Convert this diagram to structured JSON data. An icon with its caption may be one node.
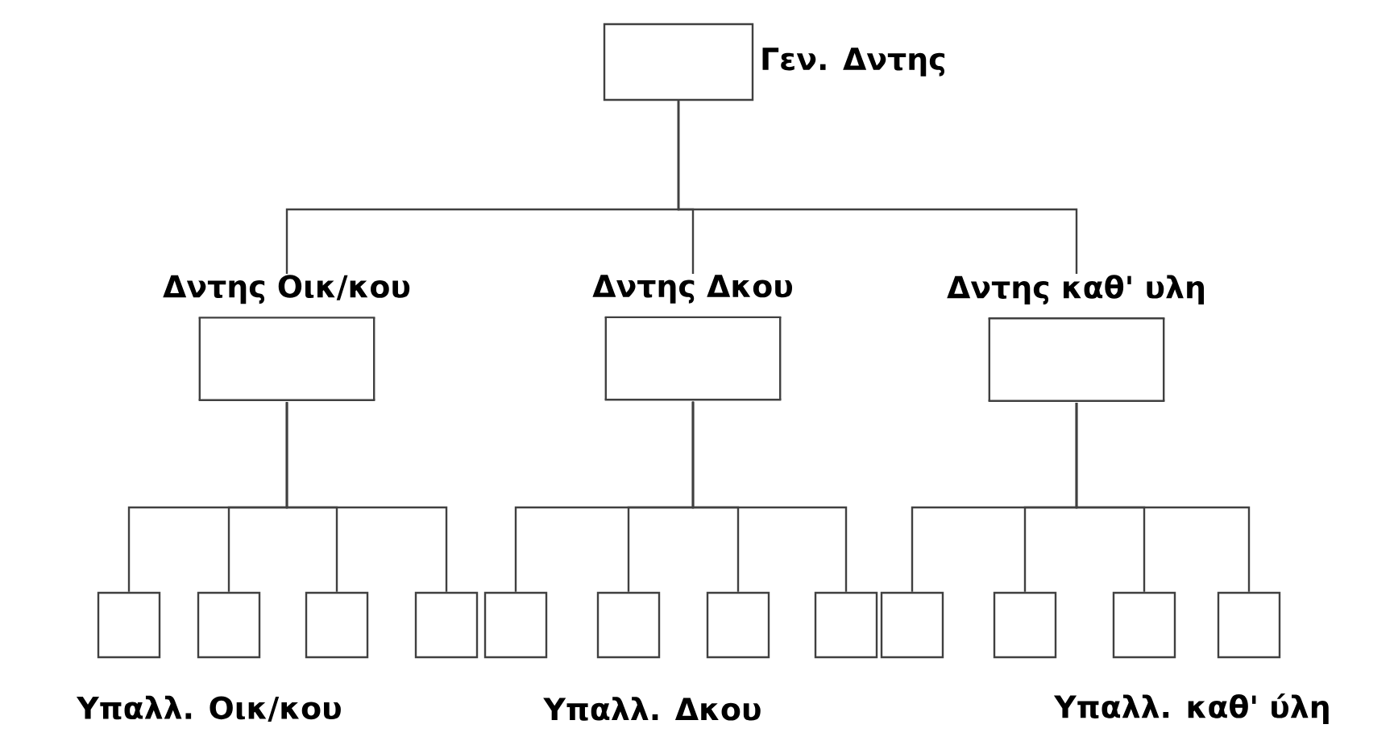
{
  "diagram": {
    "nodes": [
      {
        "text": [
          "Γεν. Δντης"
        ]
      },
      {
        "text": [
          "Δντης Οικ/κου"
        ]
      },
      {
        "text": [
          "Δντης Δκου"
        ]
      },
      {
        "text": [
          "Δντης καθ' υλη"
        ]
      },
      {
        "text": [],
        "shape": "box"
      },
      {
        "text": [],
        "shape": "box"
      },
      {
        "text": [],
        "shape": "box"
      },
      {
        "text": [],
        "shape": "box"
      },
      {
        "text": [],
        "shape": "box"
      },
      {
        "text": [],
        "shape": "box"
      },
      {
        "text": [],
        "shape": "box"
      },
      {
        "text": [],
        "shape": "box"
      },
      {
        "text": [],
        "shape": "box"
      },
      {
        "text": [],
        "shape": "box"
      },
      {
        "text": [],
        "shape": "box"
      },
      {
        "text": [],
        "shape": "box"
      }
    ],
    "edges": [
      {
        "from": 0,
        "to": 1,
        "arrow": "none"
      },
      {
        "from": 0,
        "to": 2,
        "arrow": "none"
      },
      {
        "from": 0,
        "to": 3,
        "arrow": "none"
      },
      {
        "from": 1,
        "to": 4,
        "arrow": "none"
      },
      {
        "from": 1,
        "to": 5,
        "arrow": "none"
      },
      {
        "from": 1,
        "to": 6,
        "arrow": "none"
      },
      {
        "from": 1,
        "to": 7,
        "arrow": "none"
      },
      {
        "from": 2,
        "to": 8,
        "arrow": "none"
      },
      {
        "from": 2,
        "to": 9,
        "arrow": "none"
      },
      {
        "from": 2,
        "to": 10,
        "arrow": "none"
      },
      {
        "from": 2,
        "to": 11,
        "arrow": "none"
      },
      {
        "from": 3,
        "to": 12,
        "arrow": "none"
      },
      {
        "from": 3,
        "to": 13,
        "arrow": "none"
      },
      {
        "from": 3,
        "to": 14,
        "arrow": "none"
      },
      {
        "from": 3,
        "to": 15,
        "arrow": "none"
      }
    ],
    "labels": [
      "Υπαλλ. Οικ/κου",
      "Υπαλλ. Δκου",
      "Υπαλλ. καθ' ύλη"
    ]
  }
}
